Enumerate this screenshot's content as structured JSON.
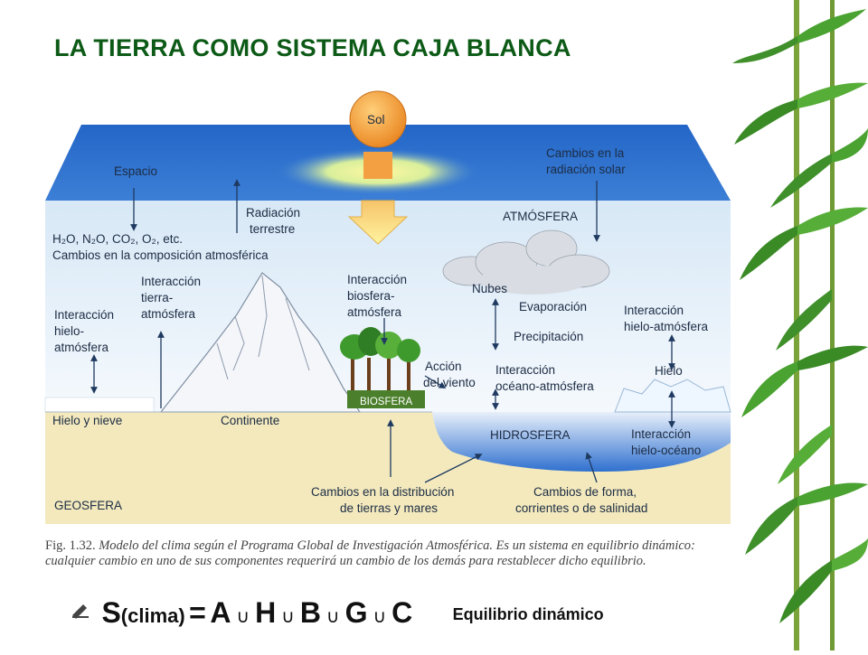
{
  "slide": {
    "title": "LA TIERRA COMO SISTEMA CAJA BLANCA"
  },
  "diagram": {
    "sun": "Sol",
    "space": "Espacio",
    "solar_changes_1": "Cambios en la",
    "solar_changes_2": "radiación solar",
    "terrestrial_1": "Radiación",
    "terrestrial_2": "terrestre",
    "atmosphere": "ATMÓSFERA",
    "gases_1": "H₂O, N₂O, CO₂, O₂, etc.",
    "gases_2": "Cambios en la composición atmosférica",
    "land_atm_1": "Interacción",
    "land_atm_2": "tierra-",
    "land_atm_3": "atmósfera",
    "bio_atm_1": "Interacción",
    "bio_atm_2": "biosfera-",
    "bio_atm_3": "atmósfera",
    "clouds": "Nubes",
    "evaporation": "Evaporación",
    "precipitation": "Precipitación",
    "ice_atm_right_1": "Interacción",
    "ice_atm_right_2": "hielo-atmósfera",
    "ice_atm_left_1": "Interacción",
    "ice_atm_left_2": "hielo-",
    "ice_atm_left_3": "atmósfera",
    "wind_1": "Acción",
    "wind_2": "del viento",
    "ocean_atm_1": "Interacción",
    "ocean_atm_2": "océano-atmósfera",
    "ice": "Hielo",
    "biosphere": "BIOSFERA",
    "snow_ice": "Hielo y nieve",
    "continent": "Continente",
    "hydrosphere": "HIDROSFERA",
    "ice_ocean_1": "Interacción",
    "ice_ocean_2": "hielo-océano",
    "geosphere": "GEOSFERA",
    "land_sea_1": "Cambios en la distribución",
    "land_sea_2": "de tierras y mares",
    "ocean_changes_1": "Cambios de forma,",
    "ocean_changes_2": "corrientes o de salinidad"
  },
  "caption": {
    "fig": "Fig. 1.32.",
    "text": "Modelo del clima según el Programa Global de Investigación Atmosférica. Es un sistema en equilibrio dinámico: cualquier cambio en uno de sus componentes requerirá un cambio de los demás para restablecer dicho equilibrio."
  },
  "formula": {
    "s": "S",
    "sub": "(clima)",
    "eq": "=",
    "a": "A",
    "h": "H",
    "b": "B",
    "g": "G",
    "c": "C",
    "union": "∪",
    "note": "Equilibrio dinámico"
  },
  "colors": {
    "title": "#0c5a16",
    "space_blue": "#2a6fcf",
    "sun": "#f29a2e",
    "geosphere": "#f3e9bd",
    "ocean": "#3d7fd6",
    "leaves": "#3f9a2e"
  }
}
